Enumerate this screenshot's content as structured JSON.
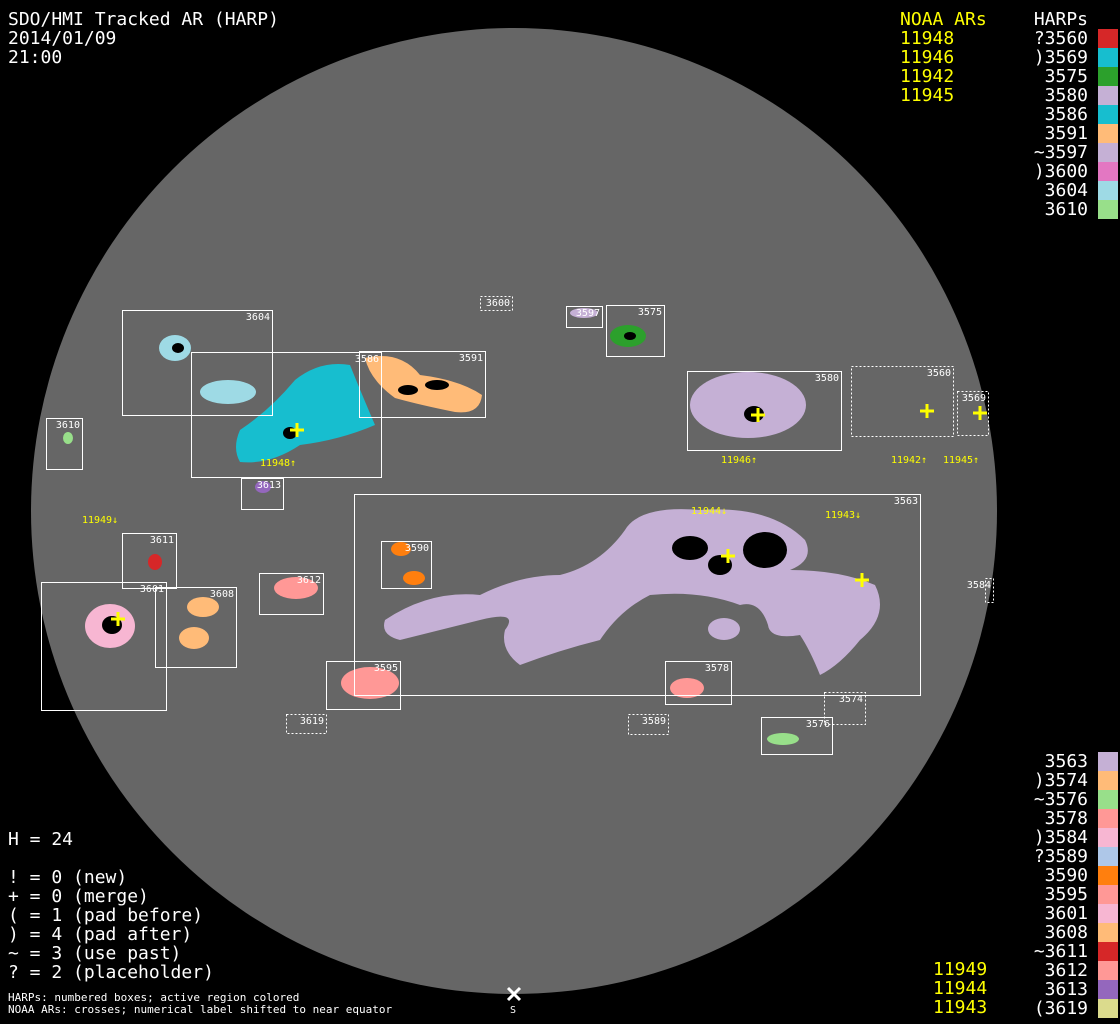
{
  "header": {
    "title": "SDO/HMI Tracked AR (HARP)",
    "date": "2014/01/09",
    "time": "21:00"
  },
  "noaa_header": "NOAA ARs",
  "harps_header": "HARPs",
  "noaa_top": [
    "11948",
    "11946",
    "11942",
    "11945"
  ],
  "noaa_bottom": [
    "11949",
    "11944",
    "11943"
  ],
  "harps_top": [
    {
      "label": "?3560",
      "color": "#d62728"
    },
    {
      "label": ")3569",
      "color": "#17becf"
    },
    {
      "label": "3575",
      "color": "#2ca02c"
    },
    {
      "label": "3580",
      "color": "#c5b0d5"
    },
    {
      "label": "3586",
      "color": "#17becf"
    },
    {
      "label": "3591",
      "color": "#ffbb78"
    },
    {
      "label": "~3597",
      "color": "#c5b0d5"
    },
    {
      "label": ")3600",
      "color": "#e377c2"
    },
    {
      "label": "3604",
      "color": "#9edae5"
    },
    {
      "label": "3610",
      "color": "#98df8a"
    }
  ],
  "harps_bottom": [
    {
      "label": "3563",
      "color": "#c5b0d5"
    },
    {
      "label": ")3574",
      "color": "#ffbb78"
    },
    {
      "label": "~3576",
      "color": "#98df8a"
    },
    {
      "label": "3578",
      "color": "#ff9896"
    },
    {
      "label": ")3584",
      "color": "#f7b6d2"
    },
    {
      "label": "?3589",
      "color": "#aec7e8"
    },
    {
      "label": "3590",
      "color": "#ff7f0e"
    },
    {
      "label": "3595",
      "color": "#ff9896"
    },
    {
      "label": "3601",
      "color": "#f7b6d2"
    },
    {
      "label": "3608",
      "color": "#ffbb78"
    },
    {
      "label": "~3611",
      "color": "#d62728"
    },
    {
      "label": "3612",
      "color": "#ff9896"
    },
    {
      "label": "3613",
      "color": "#9467bd"
    },
    {
      "label": "(3619",
      "color": "#dbdb8d"
    }
  ],
  "legend": {
    "h": "H = 24",
    "lines": [
      "! = 0 (new)",
      "+ = 0 (merge)",
      "( = 1 (pad before)",
      ") = 4 (pad after)",
      "~ = 3 (use past)",
      "? = 2 (placeholder)"
    ]
  },
  "footer": [
    "HARPs: numbered boxes; active region colored",
    "NOAA ARs: crosses; numerical label shifted to near equator"
  ],
  "south_marker": "S",
  "box_labels": [
    "3604",
    "3586",
    "3591",
    "3600",
    "3597",
    "3575",
    "3580",
    "3560",
    "3569",
    "3610",
    "3613",
    "3611",
    "3601",
    "3608",
    "3612",
    "3590",
    "3563",
    "3584",
    "3595",
    "3578",
    "3574",
    "3576",
    "3619",
    "3589"
  ],
  "ar_labels": [
    "11948↑",
    "11946↑",
    "11942↑",
    "11945↑",
    "11949↓",
    "11944↓",
    "11943↓"
  ],
  "colors": {
    "disk": "#666666",
    "box": "#ffffff",
    "cross": "#ffff00"
  }
}
